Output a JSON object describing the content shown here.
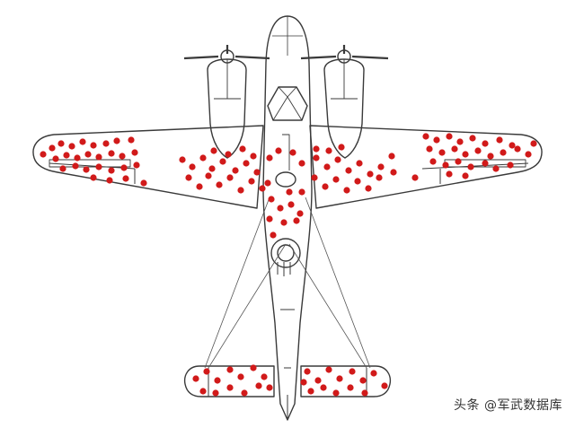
{
  "watermark": {
    "text": "头条 @军武数据库"
  },
  "colors": {
    "outline": "#3a3a3a",
    "damage": "#d11a1a",
    "background": "#ffffff"
  },
  "icons": [
    "aircraft-silhouette",
    "bullet-hole-marker"
  ]
}
